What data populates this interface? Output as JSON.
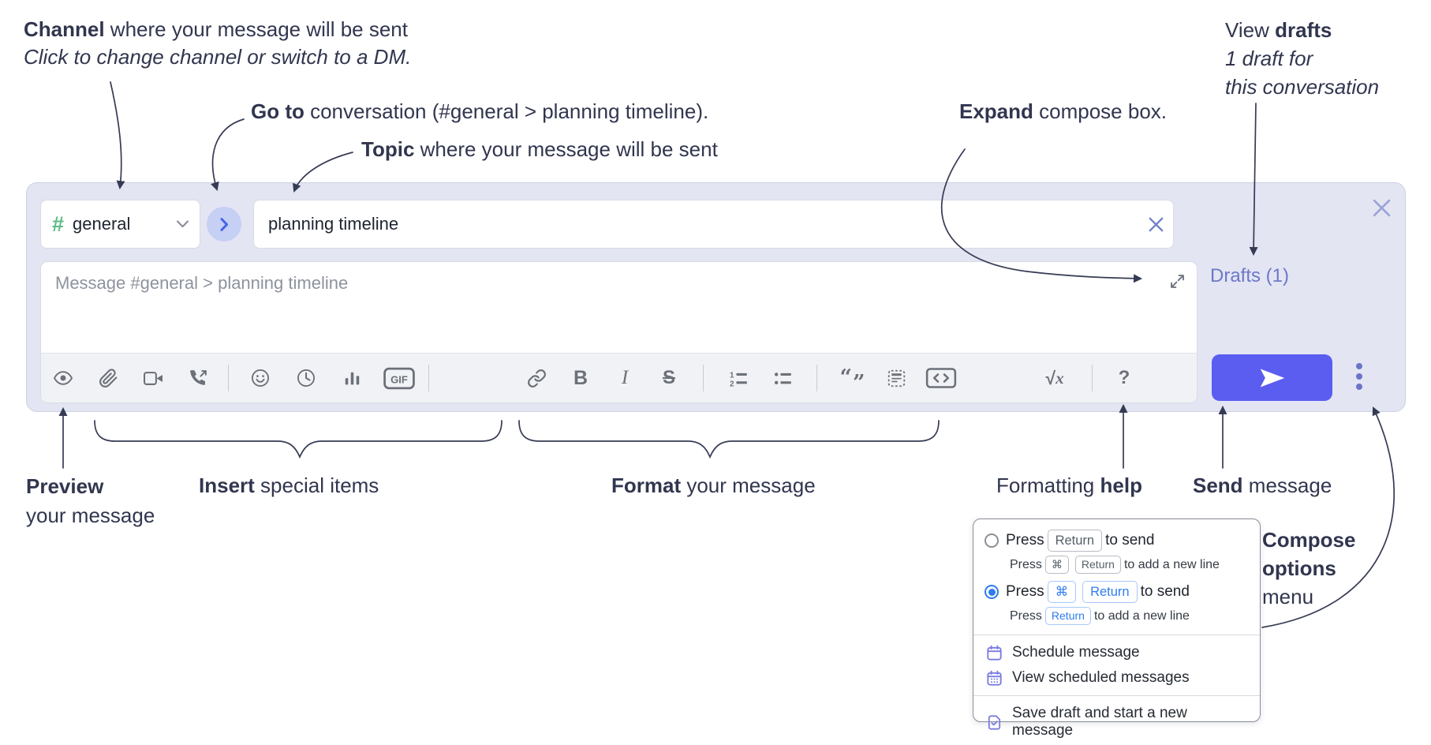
{
  "annotations": {
    "channel": {
      "lead": "Channel",
      "rest": " where your message will be sent",
      "sub": "Click to change channel or switch to a DM."
    },
    "go_to": {
      "lead": "Go to",
      "rest": " conversation (#general > planning timeline)."
    },
    "topic": {
      "lead": "Topic",
      "rest": " where your message will be sent"
    },
    "expand": {
      "lead": "Expand",
      "rest": " compose box."
    },
    "view_drafts": {
      "pre": "View ",
      "lead": "drafts",
      "line2": "1 draft for",
      "line3": "this conversation"
    },
    "preview": {
      "lead": "Preview",
      "line2": "your message"
    },
    "insert": {
      "lead": "Insert",
      "rest": " special items"
    },
    "format": {
      "lead": "Format",
      "rest": " your message"
    },
    "formatting_help": {
      "pre": "Formatting ",
      "lead": "help"
    },
    "send": {
      "lead": "Send",
      "rest": " message"
    },
    "compose_options": {
      "lead1": "Compose",
      "lead2": "options",
      "rest": "menu"
    }
  },
  "compose": {
    "channel_selector": {
      "hash_icon": "#",
      "channel_name": "general"
    },
    "topic_input": {
      "value": "planning timeline"
    },
    "message_input": {
      "placeholder": "Message #general > planning timeline"
    },
    "drafts_link": {
      "label": "Drafts (1)"
    },
    "toolbar": {
      "icons": [
        "preview-eye",
        "attach-paperclip",
        "video-call",
        "voice-call",
        "emoji-smiley",
        "global-time-clock",
        "poll-chart",
        "gif",
        "link",
        "bold",
        "italic",
        "strikethrough",
        "numbered-list",
        "bulleted-list",
        "quote",
        "spoiler",
        "code",
        "math",
        "help"
      ],
      "gif_label": "GIF",
      "ol_1": "1",
      "ol_2": "2",
      "bold_label": "B",
      "italic_label": "I",
      "strike_label": "S",
      "quote_open": "“",
      "quote_close": "”",
      "math_sqrt": "√",
      "math_x": "x",
      "help_label": "?"
    }
  },
  "menu": {
    "options": [
      {
        "selected": false,
        "main": {
          "pre": "Press",
          "keys": [
            "Return"
          ],
          "post": "to send"
        },
        "sub": {
          "pre": "Press",
          "keys": [
            "⌘",
            "Return"
          ],
          "post": "to add a new line"
        }
      },
      {
        "selected": true,
        "main": {
          "pre": "Press",
          "keys": [
            "⌘",
            "Return"
          ],
          "post": "to send"
        },
        "sub": {
          "pre": "Press",
          "keys": [
            "Return"
          ],
          "post": "to add a new line"
        }
      }
    ],
    "items": [
      {
        "icon": "calendar-icon",
        "label": "Schedule message"
      },
      {
        "icon": "calendar-grid-icon",
        "label": "View scheduled messages"
      },
      {
        "icon": "save-draft-icon",
        "label": "Save draft and start a new message"
      }
    ]
  },
  "colors": {
    "compose_bg": "#e3e5f3",
    "send_button": "#5b5cf0",
    "drafts_link": "#6d78c8",
    "channel_hash_green": "#5cbd86",
    "goto_chevron_blue": "#4263eb",
    "radio_selected_blue": "#2e7cea",
    "menu_icon_purple": "#7b7ce0",
    "annotation_ink": "#31364f"
  }
}
